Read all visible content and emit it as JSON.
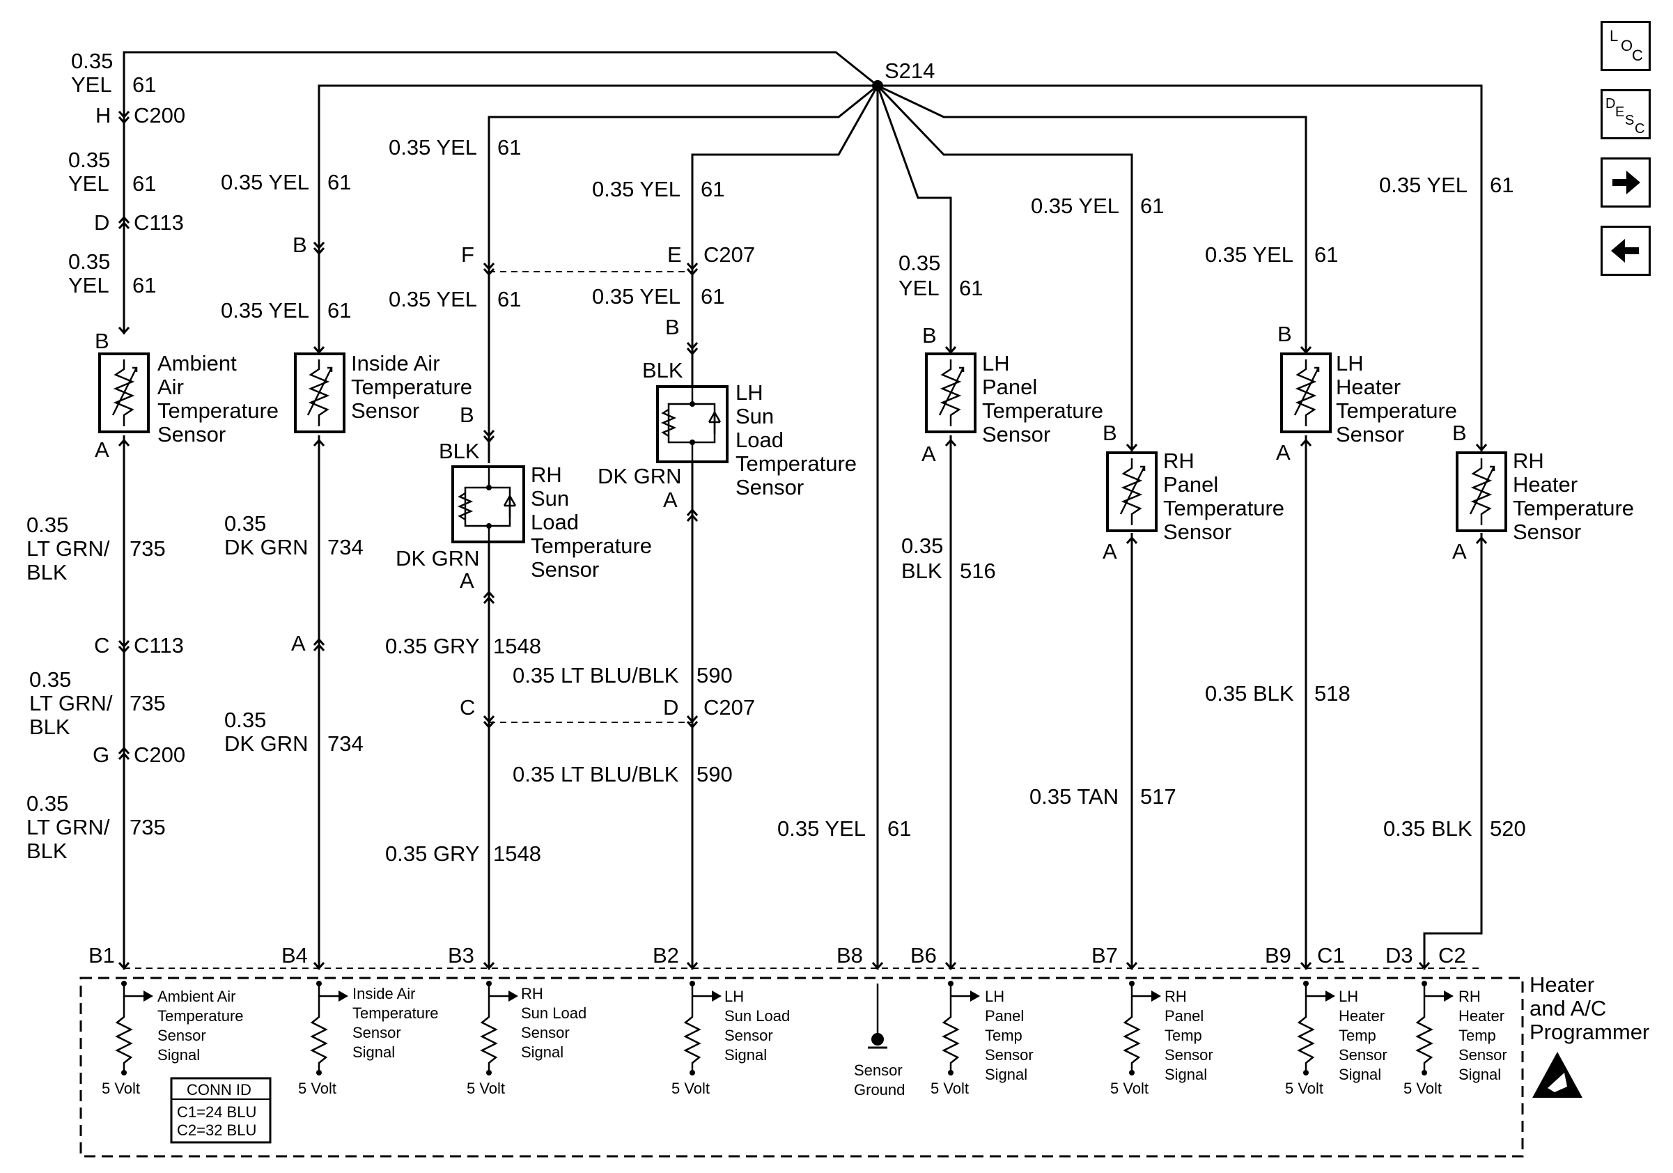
{
  "nav": {
    "loc": {
      "a": "L",
      "b": "O",
      "c": "C"
    },
    "desc": {
      "a": "D",
      "b": "E",
      "c": "S",
      "d": "C"
    },
    "next_icon": "arrow-right-icon",
    "prev_icon": "arrow-left-icon"
  },
  "splice": "S214",
  "wires": {
    "w_035": "0.35",
    "yel": "YEL",
    "yel_full": "0.35 YEL",
    "c61": "61",
    "ltgrn": "LT GRN/",
    "blk": "BLK",
    "dkgrn": "DK GRN",
    "gry_full": "0.35 GRY",
    "ltblu_full": "0.35 LT BLU/BLK",
    "blk_full": "0.35 BLK",
    "tan_full": "0.35 TAN",
    "c735": "735",
    "c734": "734",
    "c1548": "1548",
    "c590": "590",
    "c516": "516",
    "c517": "517",
    "c518": "518",
    "c520": "520"
  },
  "connectors": {
    "c200": "C200",
    "c113": "C113",
    "c207": "C207",
    "h": "H",
    "d": "D",
    "b": "B",
    "a": "A",
    "c": "C",
    "g": "G",
    "f": "F",
    "e": "E"
  },
  "sensors": {
    "ambient": [
      "Ambient",
      "Air",
      "Temperature",
      "Sensor"
    ],
    "inside": [
      "Inside Air",
      "Temperature",
      "Sensor"
    ],
    "rh_sun": [
      "RH",
      "Sun",
      "Load",
      "Temperature",
      "Sensor"
    ],
    "lh_sun": [
      "LH",
      "Sun",
      "Load",
      "Temperature",
      "Sensor"
    ],
    "lh_panel": [
      "LH",
      "Panel",
      "Temperature",
      "Sensor"
    ],
    "rh_panel": [
      "RH",
      "Panel",
      "Temperature",
      "Sensor"
    ],
    "lh_heater": [
      "LH",
      "Heater",
      "Temperature",
      "Sensor"
    ],
    "rh_heater": [
      "RH",
      "Heater",
      "Temperature",
      "Sensor"
    ]
  },
  "module": {
    "name": [
      "Heater",
      "and A/C",
      "Programmer"
    ],
    "pins": [
      "B1",
      "B4",
      "B3",
      "B2",
      "B8",
      "B6",
      "B7",
      "B9",
      "C1",
      "D3",
      "C2"
    ],
    "conn_id_title": "CONN ID",
    "conn_id_lines": [
      "C1=24 BLU",
      "C2=32 BLU"
    ],
    "five_volt": "5 Volt",
    "signals": {
      "ambient": [
        "Ambient Air",
        "Temperature",
        "Sensor",
        "Signal"
      ],
      "inside": [
        "Inside Air",
        "Temperature",
        "Sensor",
        "Signal"
      ],
      "rh_sun": [
        "RH",
        "Sun Load",
        "Sensor",
        "Signal"
      ],
      "lh_sun": [
        "LH",
        "Sun Load",
        "Sensor",
        "Signal"
      ],
      "ground": [
        "Sensor",
        "Ground"
      ],
      "lh_panel": [
        "LH",
        "Panel",
        "Temp",
        "Sensor",
        "Signal"
      ],
      "rh_panel": [
        "RH",
        "Panel",
        "Temp",
        "Sensor",
        "Signal"
      ],
      "lh_heater": [
        "LH",
        "Heater",
        "Temp",
        "Sensor",
        "Signal"
      ],
      "rh_heater": [
        "RH",
        "Heater",
        "Temp",
        "Sensor",
        "Signal"
      ]
    },
    "esd_icon": "esd-warning-icon"
  }
}
